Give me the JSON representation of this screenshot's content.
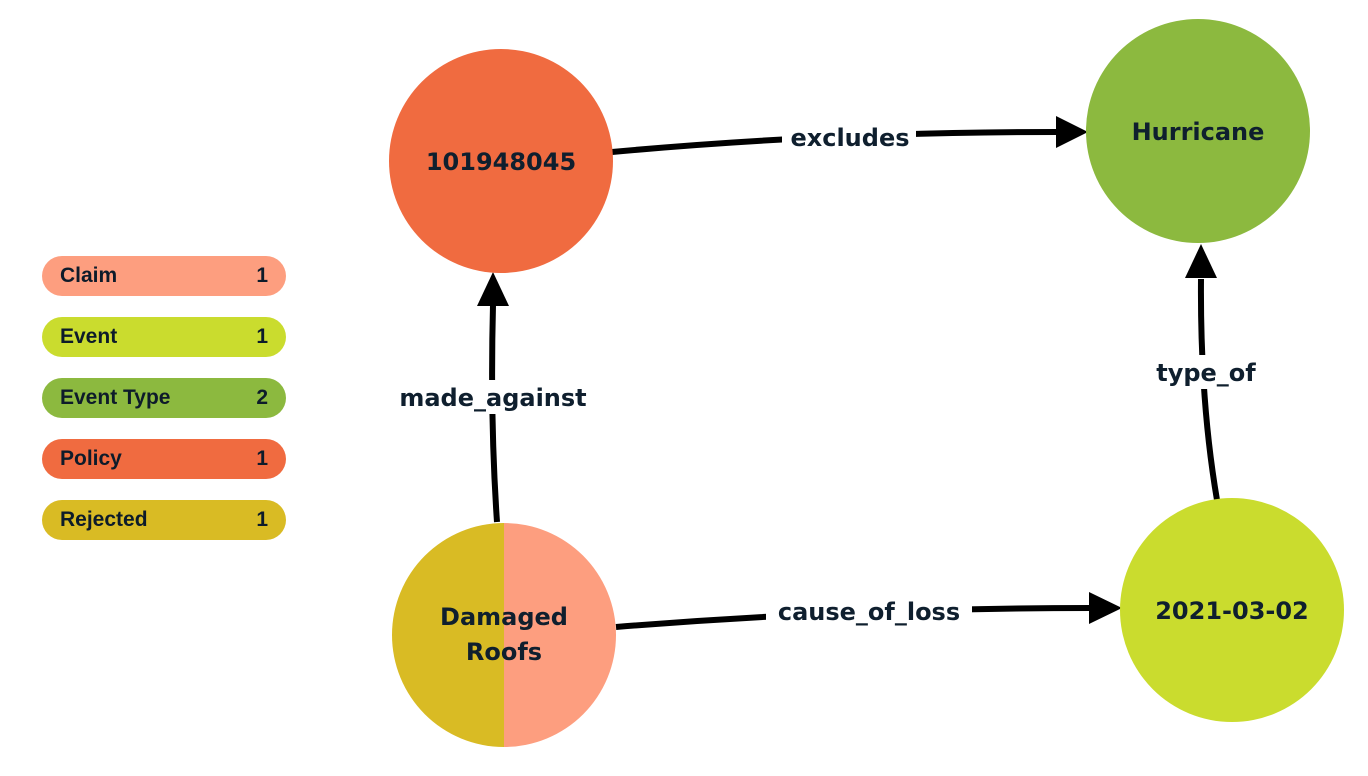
{
  "legend": [
    {
      "label": "Claim",
      "count": "1",
      "color": "#fd9e7f"
    },
    {
      "label": "Event",
      "count": "1",
      "color": "#cadc2e"
    },
    {
      "label": "Event Type",
      "count": "2",
      "color": "#8cb93f"
    },
    {
      "label": "Policy",
      "count": "1",
      "color": "#f06b40"
    },
    {
      "label": "Rejected",
      "count": "1",
      "color": "#d9bb24"
    }
  ],
  "nodes": {
    "policy": {
      "label": "101948045",
      "color": "#f06b40"
    },
    "hurricane": {
      "label": "Hurricane",
      "color": "#8cb93f"
    },
    "claim": {
      "label_line1": "Damaged",
      "label_line2": "Roofs",
      "color_left": "#d9bb24",
      "color_right": "#fd9e7f"
    },
    "event": {
      "label": "2021-03-02",
      "color": "#cadc2e"
    }
  },
  "edges": {
    "excludes": "excludes",
    "made_against": "made_against",
    "type_of": "type_of",
    "cause_of_loss": "cause_of_loss"
  }
}
